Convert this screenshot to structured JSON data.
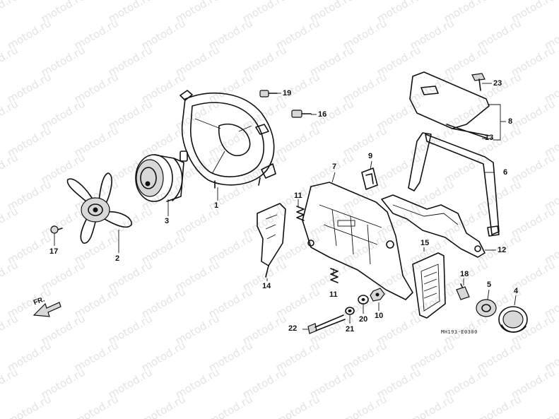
{
  "watermark": "motod.ru",
  "direction_label": "FR.",
  "diagram_code": "MH193-E0300",
  "callouts": [
    "1",
    "2",
    "3",
    "4",
    "5",
    "6",
    "7",
    "8",
    "9",
    "10",
    "11",
    "11",
    "12",
    "13",
    "14",
    "15",
    "16",
    "17",
    "18",
    "19",
    "20",
    "21",
    "22",
    "23"
  ]
}
